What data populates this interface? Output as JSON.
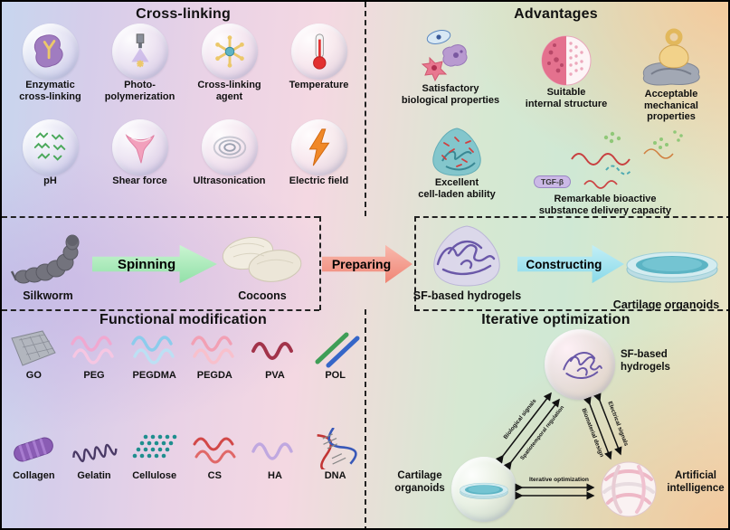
{
  "panels": {
    "cross_linking": {
      "title": "Cross-linking",
      "items": [
        {
          "label": "Enzymatic\ncross-linking"
        },
        {
          "label": "Photo-\npolymerization"
        },
        {
          "label": "Cross-linking\nagent"
        },
        {
          "label": "Temperature"
        },
        {
          "label": "pH"
        },
        {
          "label": "Shear force"
        },
        {
          "label": "Ultrasonication"
        },
        {
          "label": "Electric field"
        }
      ]
    },
    "advantages": {
      "title": "Advantages",
      "items": [
        {
          "label": "Satisfactory\nbiological properties"
        },
        {
          "label": "Suitable\ninternal structure"
        },
        {
          "label": "Acceptable\nmechanical properties"
        },
        {
          "label": "Excellent\ncell-laden ability"
        },
        {
          "label": "Remarkable bioactive\nsubstance delivery capacity"
        }
      ],
      "tgfb_badge": "TGF-β"
    },
    "functional_modification": {
      "title": "Functional modification",
      "items": [
        {
          "label": "GO"
        },
        {
          "label": "PEG"
        },
        {
          "label": "PEGDMA"
        },
        {
          "label": "PEGDA"
        },
        {
          "label": "PVA"
        },
        {
          "label": "POL"
        },
        {
          "label": "Collagen"
        },
        {
          "label": "Gelatin"
        },
        {
          "label": "Cellulose"
        },
        {
          "label": "CS"
        },
        {
          "label": "HA"
        },
        {
          "label": "DNA"
        }
      ]
    },
    "iterative_optimization": {
      "title": "Iterative optimization",
      "nodes": {
        "hydrogel": "SF-based\nhydrogels",
        "cartilage": "Cartilage\norganoids",
        "ai": "Artificial\nintelligence"
      },
      "edges": {
        "biological": "Biological signals",
        "spatiotemporal": "Spatiotemporal regulation",
        "electrical": "Electrical signals",
        "biomaterial": "Biomaterial design",
        "iterative": "Iterative optimization"
      }
    }
  },
  "pipeline": {
    "silkworm_label": "Silkworm",
    "spinning_label": "Spinning",
    "cocoons_label": "Cocoons",
    "preparing_label": "Preparing",
    "hydrogels_label": "SF-based hydrogels",
    "constructing_label": "Constructing",
    "organoids_label": "Cartilage organoids"
  },
  "colors": {
    "spinning_arrow": "#8fdfa6",
    "preparing_arrow": "#ef8272",
    "constructing_arrow": "#86d8e8",
    "dashed_line": "#222222"
  }
}
